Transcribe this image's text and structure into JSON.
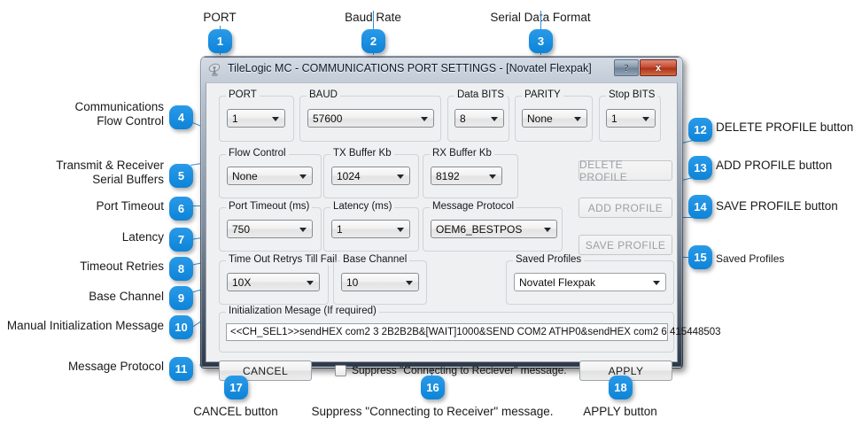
{
  "window": {
    "title": "TileLogic MC - COMMUNICATIONS PORT SETTINGS - [Novatel Flexpak]",
    "icon": "satellite-dish-icon",
    "help_label": "?",
    "close_label": "x"
  },
  "form": {
    "port": {
      "caption": "PORT",
      "value": "1"
    },
    "baud": {
      "caption": "BAUD",
      "value": "57600"
    },
    "data_bits": {
      "caption": "Data BITS",
      "value": "8"
    },
    "parity": {
      "caption": "PARITY",
      "value": "None"
    },
    "stop_bits": {
      "caption": "Stop BITS",
      "value": "1"
    },
    "flow_control": {
      "caption": "Flow Control",
      "value": "None"
    },
    "tx_buffer": {
      "caption": "TX Buffer Kb",
      "value": "1024"
    },
    "rx_buffer": {
      "caption": "RX Buffer Kb",
      "value": "8192"
    },
    "port_timeout": {
      "caption": "Port Timeout (ms)",
      "value": "750"
    },
    "latency": {
      "caption": "Latency (ms)",
      "value": "1"
    },
    "message_protocol": {
      "caption": "Message Protocol",
      "value": "OEM6_BESTPOS"
    },
    "timeout_retries": {
      "caption": "Time Out Retrys Till Fail",
      "value": "10X"
    },
    "base_channel": {
      "caption": "Base Channel",
      "value": "10"
    },
    "saved_profiles": {
      "caption": "Saved Profiles",
      "value": "Novatel Flexpak"
    },
    "init_message": {
      "caption": "Initialization Mesage (If required)",
      "value": "<<CH_SEL1>>sendHEX com2 3 2B2B2B&[WAIT]1000&SEND COM2 ATHP0&sendHEX com2 6 415448503"
    }
  },
  "buttons": {
    "delete_profile": "DELETE PROFILE",
    "add_profile": "ADD PROFILE",
    "save_profile": "SAVE PROFILE",
    "cancel": "CANCEL",
    "apply": "APPLY"
  },
  "checkbox": {
    "suppress_label": "Suppress \"Connecting to Reciever\" message.",
    "checked": false
  },
  "annotations": [
    {
      "n": "1",
      "text": "PORT"
    },
    {
      "n": "2",
      "text": "Baud Rate"
    },
    {
      "n": "3",
      "text": "Serial Data Format"
    },
    {
      "n": "4",
      "text": "Communications\nFlow Control"
    },
    {
      "n": "5",
      "text": "Transmit & Receiver\nSerial Buffers"
    },
    {
      "n": "6",
      "text": "Port Timeout"
    },
    {
      "n": "7",
      "text": "Latency"
    },
    {
      "n": "8",
      "text": "Timeout Retries"
    },
    {
      "n": "9",
      "text": "Base Channel"
    },
    {
      "n": "10",
      "text": "Manual Initialization Message"
    },
    {
      "n": "11",
      "text": "Message Protocol"
    },
    {
      "n": "12",
      "text": "DELETE PROFILE button"
    },
    {
      "n": "13",
      "text": "ADD PROFILE button"
    },
    {
      "n": "14",
      "text": "SAVE PROFILE button"
    },
    {
      "n": "15",
      "text": "Saved Profiles"
    },
    {
      "n": "16",
      "text": "Suppress \"Connecting to Receiver\" message."
    },
    {
      "n": "17",
      "text": "CANCEL button"
    },
    {
      "n": "18",
      "text": "APPLY button"
    }
  ],
  "colors": {
    "badge": "#1a8fe0",
    "leader": "#2f8fd8",
    "dialog_face": "#eff0f1"
  }
}
